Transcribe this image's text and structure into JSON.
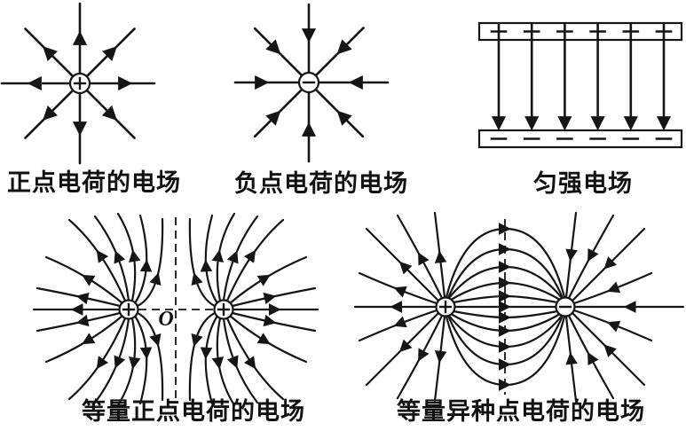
{
  "page": {
    "background": "#ffffff",
    "line_color": "#151515"
  },
  "diagrams": {
    "positive_point": {
      "caption": "正点电荷的电场",
      "charge_symbol": "+",
      "field_line_count": 8,
      "direction": "outward"
    },
    "negative_point": {
      "caption": "负点电荷的电场",
      "charge_symbol": "−",
      "field_line_count": 8,
      "direction": "inward"
    },
    "uniform": {
      "caption": "匀强电场",
      "top_plate_symbol": "+",
      "top_plate_symbol_count": 6,
      "bottom_plate_symbol": "−",
      "bottom_plate_symbol_count": 6,
      "field_arrow_count": 6,
      "direction": "downward"
    },
    "equal_positive": {
      "caption": "等量正点电荷的电场",
      "left_charge_symbol": "+",
      "right_charge_symbol": "+",
      "center_label": "O"
    },
    "opposite": {
      "caption": "等量异种点电荷的电场",
      "left_charge_symbol": "+",
      "right_charge_symbol": "−"
    }
  }
}
